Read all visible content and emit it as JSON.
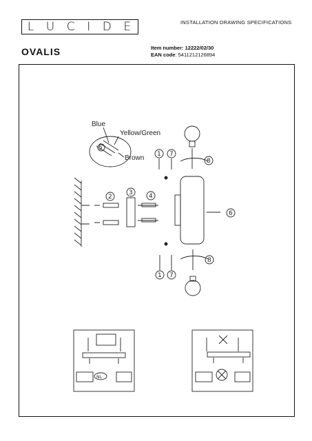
{
  "header": {
    "logo_letters": [
      "L",
      "U",
      "C",
      "I",
      "D",
      "E"
    ],
    "spec_title": "INSTALLATION DRAWING SPECIFICATIONS",
    "product_name": "OVALIS",
    "item_number_label": "Item number:",
    "item_number_value": "12222/02/30",
    "ean_label": "EAN code",
    "ean_value": ": 5411212126894"
  },
  "diagram": {
    "wire_labels": {
      "blue": "Blue",
      "yellow_green": "Yellow/Green",
      "brown": "Brown"
    },
    "step_numbers": [
      "1",
      "2",
      "3",
      "4",
      "5",
      "6",
      "7",
      "8"
    ],
    "nl_badge": "NL"
  }
}
